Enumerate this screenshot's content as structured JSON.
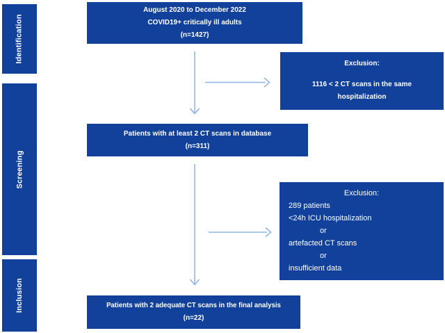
{
  "colors": {
    "box_fill": "#12419B",
    "arrow": "#8DB3E2",
    "text_on_box": "#FFFFFF",
    "background": "#FFFFFF"
  },
  "sidebar": {
    "stages": [
      {
        "label": "Identification"
      },
      {
        "label": "Screening"
      },
      {
        "label": "Inclusion"
      }
    ]
  },
  "flow": {
    "identification_box": {
      "lines": [
        "August 2020 to December 2022",
        "COVID19+ critically ill adults",
        "(n=1427)"
      ]
    },
    "screening_box": {
      "lines": [
        "Patients with at least 2 CT scans in database",
        "(n=311)"
      ]
    },
    "inclusion_box": {
      "lines": [
        "Patients with 2 adequate CT scans in the final analysis",
        "(n=22)"
      ]
    },
    "exclusion_box_1": {
      "title": "Exclusion:",
      "body": "1116 < 2 CT scans in the same hospitalization"
    },
    "exclusion_box_2": {
      "title": "Exclusion:",
      "lines": [
        "289 patients",
        "<24h ICU hospitalization",
        "or",
        "artefacted CT scans",
        "or",
        "insufficient data"
      ]
    }
  }
}
